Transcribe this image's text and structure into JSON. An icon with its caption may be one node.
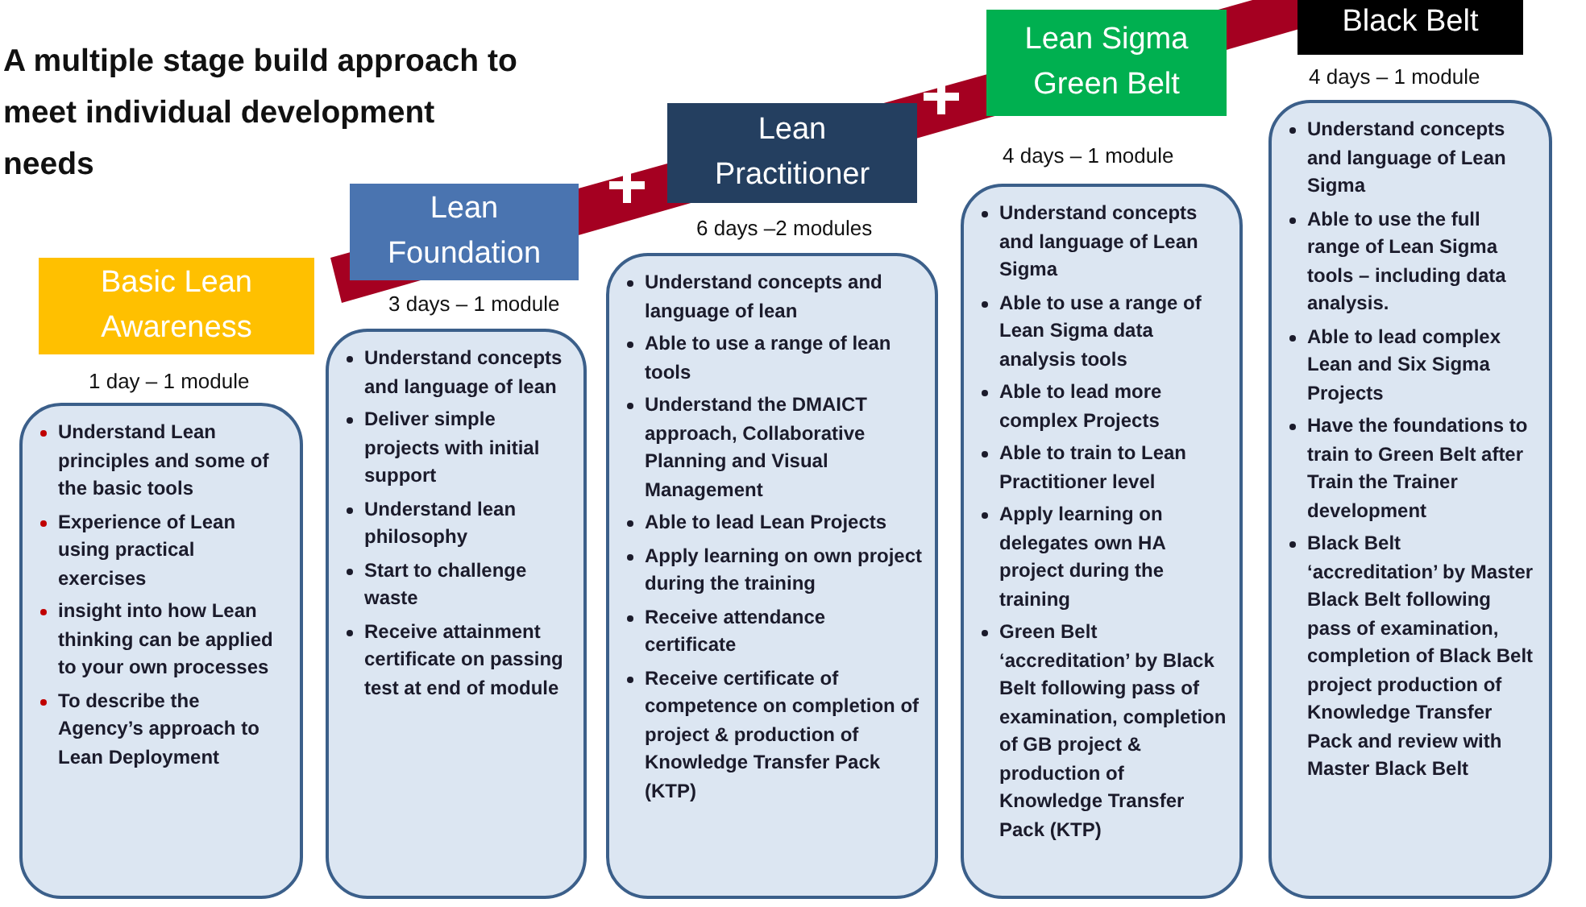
{
  "diagram": {
    "title": "A multiple stage build approach to meet individual development needs",
    "nodes": [
      {
        "text": [
          "Basic Lean Awareness"
        ]
      },
      {
        "text": [
          "Understand Lean principles and some of the basic tools",
          "Experience of Lean using practical exercises",
          "insight into how Lean thinking can be applied to your own processes",
          "To describe the Agency’s approach to Lean Deployment"
        ]
      },
      {
        "text": [
          "Lean Foundation"
        ]
      },
      {
        "text": [
          "Understand concepts and language of lean",
          "Deliver simple projects with initial support",
          "Understand lean philosophy",
          "Start to challenge waste",
          "Receive attainment certificate on passing test at end of module"
        ]
      },
      {
        "text": [
          "Lean Practitioner"
        ]
      },
      {
        "text": [
          "Understand concepts and language of lean",
          "Able to use a range of lean tools",
          "Understand the DMAICT approach, Collaborative Planning and Visual Management",
          "Able to lead Lean Projects",
          "Apply learning on own project during the training",
          "Receive attendance certificate",
          "Receive certificate of competence on completion of project & production of Knowledge Transfer Pack (KTP)"
        ]
      },
      {
        "text": [
          "Lean Sigma Green Belt"
        ]
      },
      {
        "text": [
          "Understand concepts and language of Lean Sigma",
          "Able to use a range of Lean Sigma data analysis tools",
          "Able to lead  more complex Projects",
          "Able to train to Lean Practitioner level",
          "Apply learning on delegates own HA project during the training",
          "Green Belt ‘accreditation’ by Black Belt following pass of examination, completion of GB project  & production of Knowledge Transfer Pack (KTP)"
        ]
      },
      {
        "text": [
          "Black Belt"
        ]
      },
      {
        "text": [
          "Understand concepts and language of Lean Sigma",
          "Able to use the full range of Lean Sigma tools – including data analysis.",
          "Able to lead complex Lean and Six Sigma Projects",
          "Have the foundations to train to Green Belt after Train the Trainer development",
          "Black Belt ‘accreditation’ by Master Black Belt following pass of examination, completion of Black Belt project production of Knowledge Transfer Pack and review with Master Black Belt"
        ]
      }
    ],
    "labels": [
      "4 days –  1 module",
      "4 days – 1 module",
      "6 days –2 modules",
      "3 days – 1 module",
      "1 day – 1 module"
    ]
  }
}
